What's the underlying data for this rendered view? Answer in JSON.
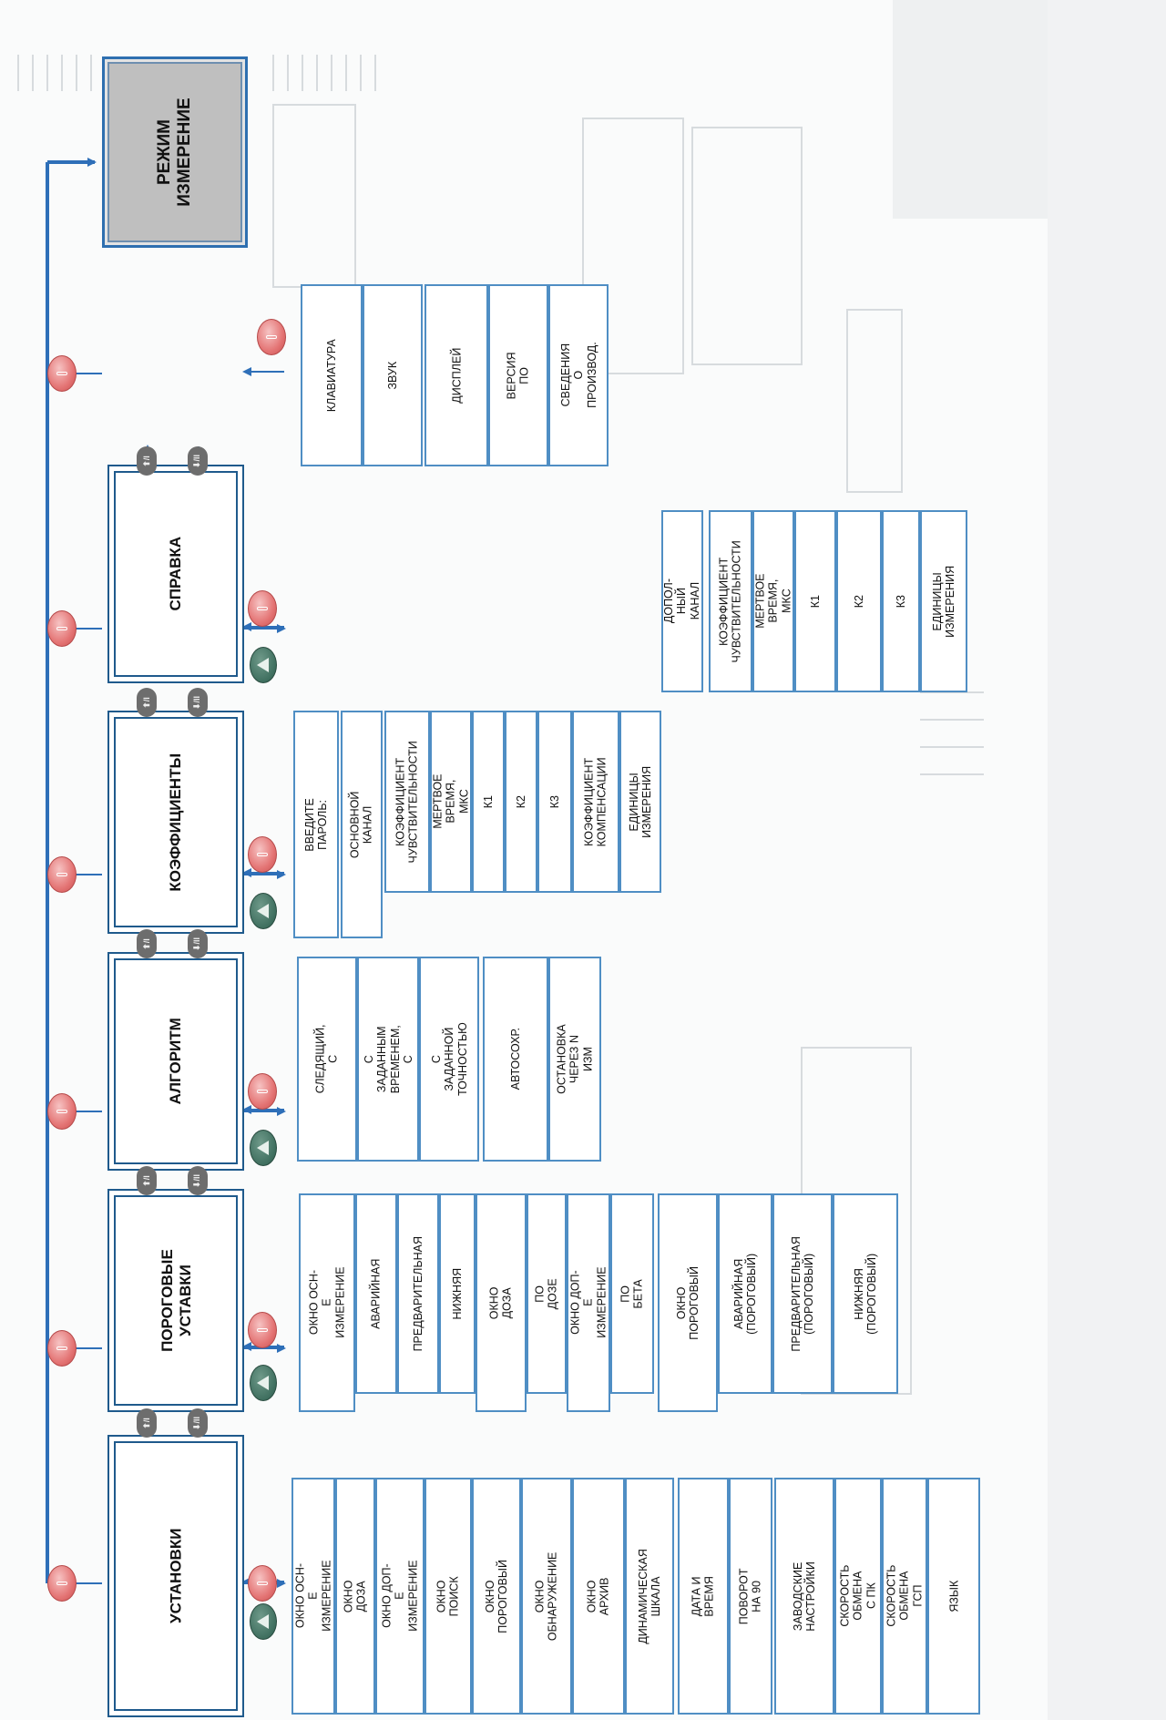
{
  "mode": {
    "label": "РЕЖИМ ИЗМЕРЕНИЕ"
  },
  "menus": [
    {
      "key": "ustanovki",
      "title": "УСТАНОВКИ",
      "items": [
        "ОКНО ОСН-Е\nИЗМЕРЕНИЕ",
        "ОКНО ДОЗА",
        "ОКНО ДОП-Е\nИЗМЕРЕНИЕ",
        "ОКНО ПОИСК",
        "ОКНО ПОРОГОВЫЙ",
        "ОКНО ОБНАРУЖЕНИЕ",
        "ОКНО АРХИВ",
        "ДИНАМИЧЕСКАЯ ШКАЛА",
        "ДАТА И ВРЕМЯ",
        "ПОВОРОТ НА 90",
        "ЗАВОДСКИЕ\nНАСТРОЙКИ",
        "СКОРОСТЬ ОБМЕНА\nС ПК",
        "СКОРОСТЬ ОБМЕНА\nГСП",
        "ЯЗЫК"
      ]
    },
    {
      "key": "porogovye",
      "title": "ПОРОГОВЫЕ\nУСТАВКИ",
      "items": [
        "ОКНО ОСН-Е\nИЗМЕРЕНИЕ",
        "АВАРИЙНАЯ",
        "ПРЕДВАРИТЕЛЬНАЯ",
        "НИЖНЯЯ",
        "ОКНО ДОЗА",
        "ПО ДОЗЕ",
        "ОКНО ДОП-Е\nИЗМЕРЕНИЕ",
        "ПО БЕТА",
        "ОКНО ПОРОГОВЫЙ",
        "АВАРИЙНАЯ\n(ПОРОГОВЫЙ)",
        "ПРЕДВАРИТЕЛЬНАЯ\n(ПОРОГОВЫЙ)",
        "НИЖНЯЯ\n(ПОРОГОВЫЙ)"
      ]
    },
    {
      "key": "algoritm",
      "title": "АЛГОРИТМ",
      "items": [
        "СЛЕДЯЩИЙ, С",
        "С ЗАДАННЫМ\nВРЕМЕНЕМ, С",
        "С ЗАДАННОЙ\nТОЧНОСТЬЮ",
        "АВТОСОХР.",
        "ОСТАНОВКА ЧЕРЕЗ N\nИЗМ"
      ]
    },
    {
      "key": "koef",
      "title": "КОЭФФИЦИЕНТЫ",
      "items": [
        "ВВЕДИТЕ ПАРОЛЬ:",
        "ОСНОВНОЙ КАНАЛ",
        "КОЭФФИЦИЕНТ\nЧУВСТВИТЕЛЬНОСТИ",
        "МЕРТВОЕ ВРЕМЯ, МКС",
        "К1",
        "К2",
        "К3",
        "КОЭФФИЦИЕНТ\nКОМПЕНСАЦИИ",
        "ЕДИНИЦЫ\nИЗМЕРЕНИЯ",
        "ДОПОЛ-НЫЙ КАНАЛ",
        "КОЭФФИЦИЕНТ\nЧУВСТВИТЕЛЬНОСТИ",
        "МЕРТВОЕ ВРЕМЯ, МКС",
        "К1",
        "К2",
        "К3",
        "ЕДИНИЦЫ\nИЗМЕРЕНИЯ"
      ]
    },
    {
      "key": "spravka",
      "title": "СПРАВКА",
      "items": [
        "КЛАВИАТУРА",
        "ЗВУК",
        "ДИСПЛЕЙ",
        "ВЕРСИЯ ПО",
        "СВЕДЕНИЯ О\nПРОИЗВОД."
      ]
    }
  ],
  "nav_pills": {
    "up": "⬆/I",
    "down": "⬇/II"
  },
  "colors": {
    "line": "#2e6fb8",
    "box_border": "#1f5a8c",
    "item_border": "#4f8ec4",
    "mode_fill": "#bfbfbf",
    "red_button": "#e47575",
    "green_button": "#3f6f5f",
    "pill": "#6d6d6d"
  },
  "icons": {
    "escape_button": "red-oval-button-icon",
    "enter_button": "green-triangle-button-icon",
    "nav_pill": "updown-pill-icon"
  }
}
